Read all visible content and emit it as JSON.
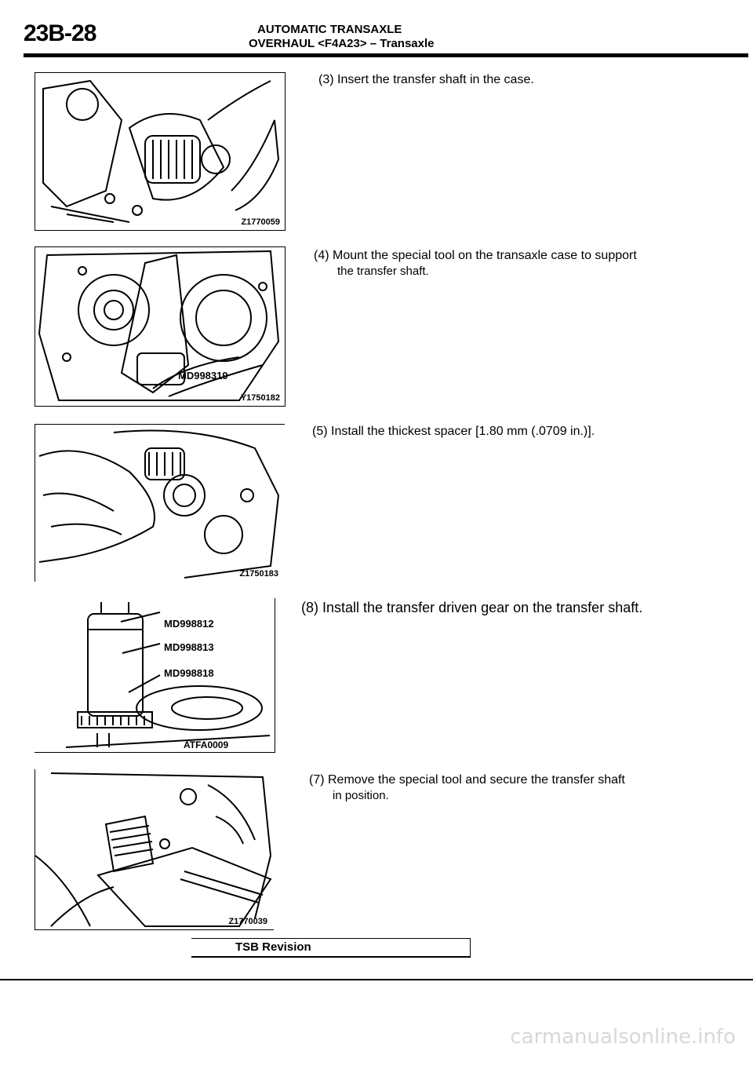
{
  "header": {
    "page_number": "23B-28",
    "title_line1": "AUTOMATIC TRANSAXLE",
    "title_line2": "OVERHAUL <F4A23> – Transaxle"
  },
  "figures": [
    {
      "code": "Z1770059",
      "callouts": []
    },
    {
      "code": "Y1750182",
      "callouts": [
        "MD998319"
      ]
    },
    {
      "code": "Z1750183",
      "callouts": []
    },
    {
      "code": "ATFA0009",
      "callouts": [
        "MD998812",
        "MD998813",
        "MD998818"
      ]
    },
    {
      "code": "Z1770039",
      "callouts": []
    }
  ],
  "steps": [
    {
      "text": "(3) Insert the transfer shaft in the case.",
      "continuation": ""
    },
    {
      "text": "(4) Mount the special tool on the transaxle case to support",
      "continuation": "the transfer shaft."
    },
    {
      "text": "(5) Install the thickest spacer [1.80 mm (.0709 in.)].",
      "continuation": ""
    },
    {
      "text": "(8) Install the transfer driven gear on the transfer shaft.",
      "continuation": ""
    },
    {
      "text": "(7) Remove the special tool and secure the transfer shaft",
      "continuation": "in position."
    }
  ],
  "footer": {
    "tsb_label": "TSB Revision",
    "watermark": "carmanualsonline.info"
  }
}
